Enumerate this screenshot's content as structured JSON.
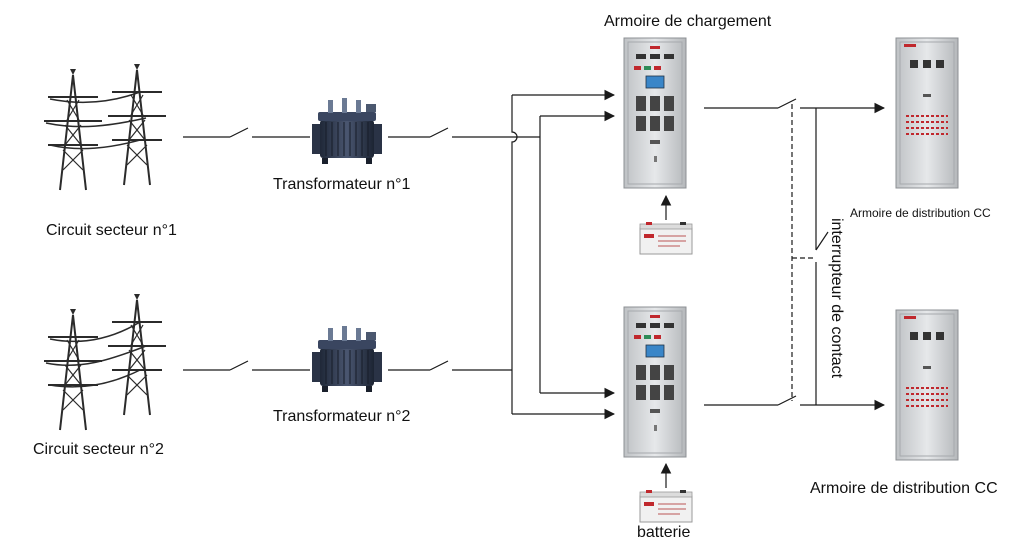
{
  "labels": {
    "circuit_1": "Circuit secteur n°1",
    "circuit_2": "Circuit secteur n°2",
    "transformer_1": "Transformateur n°1",
    "transformer_2": "Transformateur n°2",
    "charging_cabinet": "Armoire de chargement",
    "battery": "batterie",
    "dc_cabinet_1": "Armoire de distribution CC",
    "dc_cabinet_2": "Armoire de distribution CC",
    "contact_switch": "interrupteur de contact"
  },
  "colors": {
    "line": "#1a1a1a",
    "tower": "#2b2b2b",
    "transformer": "#2f3a4f",
    "cabinet": "#d4d6d8",
    "accent_red": "#c0282d",
    "screen_blue": "#3a86c8"
  },
  "icons": [
    "power-tower-icon",
    "transformer-icon",
    "cabinet-icon",
    "battery-icon",
    "switch-icon"
  ]
}
